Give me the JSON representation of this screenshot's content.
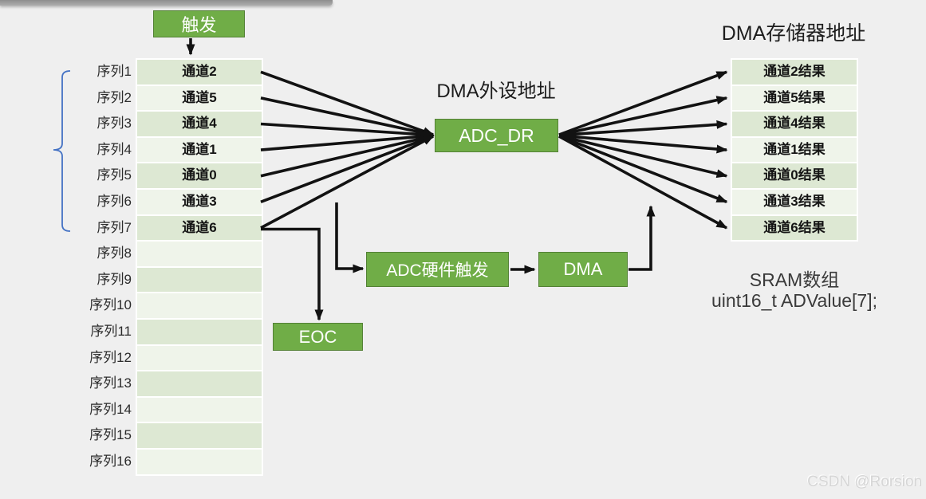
{
  "diagram_title": "ADC multi-channel scan with DMA transfer diagram",
  "trigger_box": {
    "label": "触发"
  },
  "boxes": {
    "adc_dr": "ADC_DR",
    "adc_hw_trigger": "ADC硬件触发",
    "dma": "DMA",
    "eoc": "EOC"
  },
  "labels": {
    "dma_peripheral_address": "DMA外设地址",
    "dma_memory_address": "DMA存储器地址",
    "sram_line1": "SRAM数组",
    "sram_line2": "uint16_t ADValue[7];"
  },
  "sequence_table": {
    "rows": [
      {
        "seq": "序列1",
        "channel": "通道2"
      },
      {
        "seq": "序列2",
        "channel": "通道5"
      },
      {
        "seq": "序列3",
        "channel": "通道4"
      },
      {
        "seq": "序列4",
        "channel": "通道1"
      },
      {
        "seq": "序列5",
        "channel": "通道0"
      },
      {
        "seq": "序列6",
        "channel": "通道3"
      },
      {
        "seq": "序列7",
        "channel": "通道6"
      },
      {
        "seq": "序列8",
        "channel": ""
      },
      {
        "seq": "序列9",
        "channel": ""
      },
      {
        "seq": "序列10",
        "channel": ""
      },
      {
        "seq": "序列11",
        "channel": ""
      },
      {
        "seq": "序列12",
        "channel": ""
      },
      {
        "seq": "序列13",
        "channel": ""
      },
      {
        "seq": "序列14",
        "channel": ""
      },
      {
        "seq": "序列15",
        "channel": ""
      },
      {
        "seq": "序列16",
        "channel": ""
      }
    ]
  },
  "result_table": {
    "rows": [
      "通道2结果",
      "通道5结果",
      "通道4结果",
      "通道1结果",
      "通道0结果",
      "通道3结果",
      "通道6结果"
    ]
  },
  "watermark": "CSDN @Rorsion",
  "colors": {
    "background": "#efefef",
    "box_green": "#70ad47",
    "box_border_green": "#538135",
    "cell_dark_green": "#dde8d3",
    "cell_light_green": "#eff4ea",
    "arrow_black": "#121212",
    "brace_blue": "#4472c4",
    "topbar_grey": "#9a9a9a",
    "watermark_grey": "#d6d6d6"
  }
}
